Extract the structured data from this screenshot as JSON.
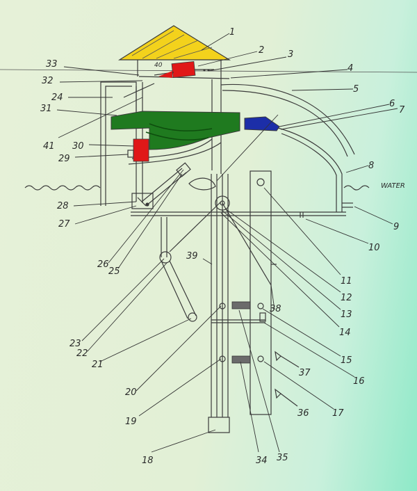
{
  "labels": {
    "l1": "1",
    "l2": "2",
    "l3": "3",
    "l4": "4",
    "l5": "5",
    "l6": "6",
    "l7": "7",
    "l8": "8",
    "l9": "9",
    "l10": "10",
    "l11": "11",
    "l12": "12",
    "l13": "13",
    "l14": "14",
    "l15": "15",
    "l16": "16",
    "l17": "17",
    "l18": "18",
    "l19": "19",
    "l20": "20",
    "l21": "21",
    "l22": "22",
    "l23": "23",
    "l24": "24",
    "l25": "25",
    "l26": "26",
    "l27": "27",
    "l28": "28",
    "l29": "29",
    "l30": "30",
    "l31": "31",
    "l32": "32",
    "l33": "33",
    "l34": "34",
    "l35": "35",
    "l36": "36",
    "l37": "37",
    "l38": "38",
    "l39": "39",
    "l40": "40",
    "l41": "41",
    "water": "WATER"
  },
  "colors": {
    "roof": "#f3d21c",
    "green": "#1f7a1f",
    "red": "#e01818",
    "blue": "#1c2ea8"
  }
}
